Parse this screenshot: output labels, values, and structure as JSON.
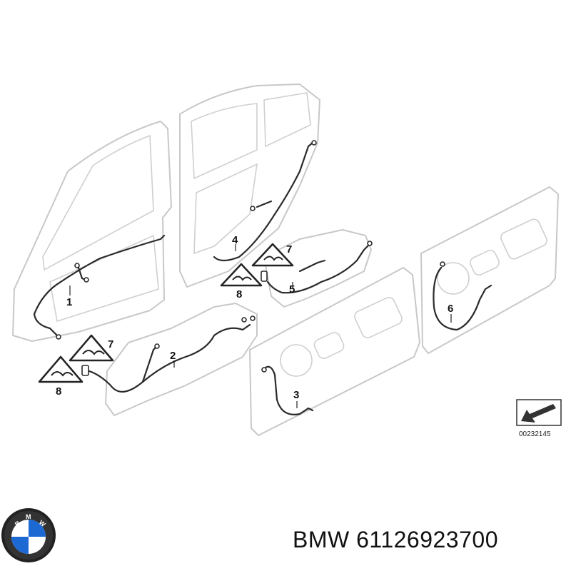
{
  "callouts": [
    "1",
    "2",
    "3",
    "4",
    "5",
    "6",
    "7",
    "7",
    "8",
    "8"
  ],
  "diagram_ref": "00232145",
  "brand": "BMW",
  "part_number": "61126923700",
  "logo_text": "BMW",
  "colors": {
    "outline": "#c8c8c8",
    "wire": "#2a2a2a",
    "logo_blue": "#1c69d4"
  },
  "icons": [
    "warning-triangle-icon",
    "bmw-roundel-logo",
    "arrow-reference-icon"
  ]
}
